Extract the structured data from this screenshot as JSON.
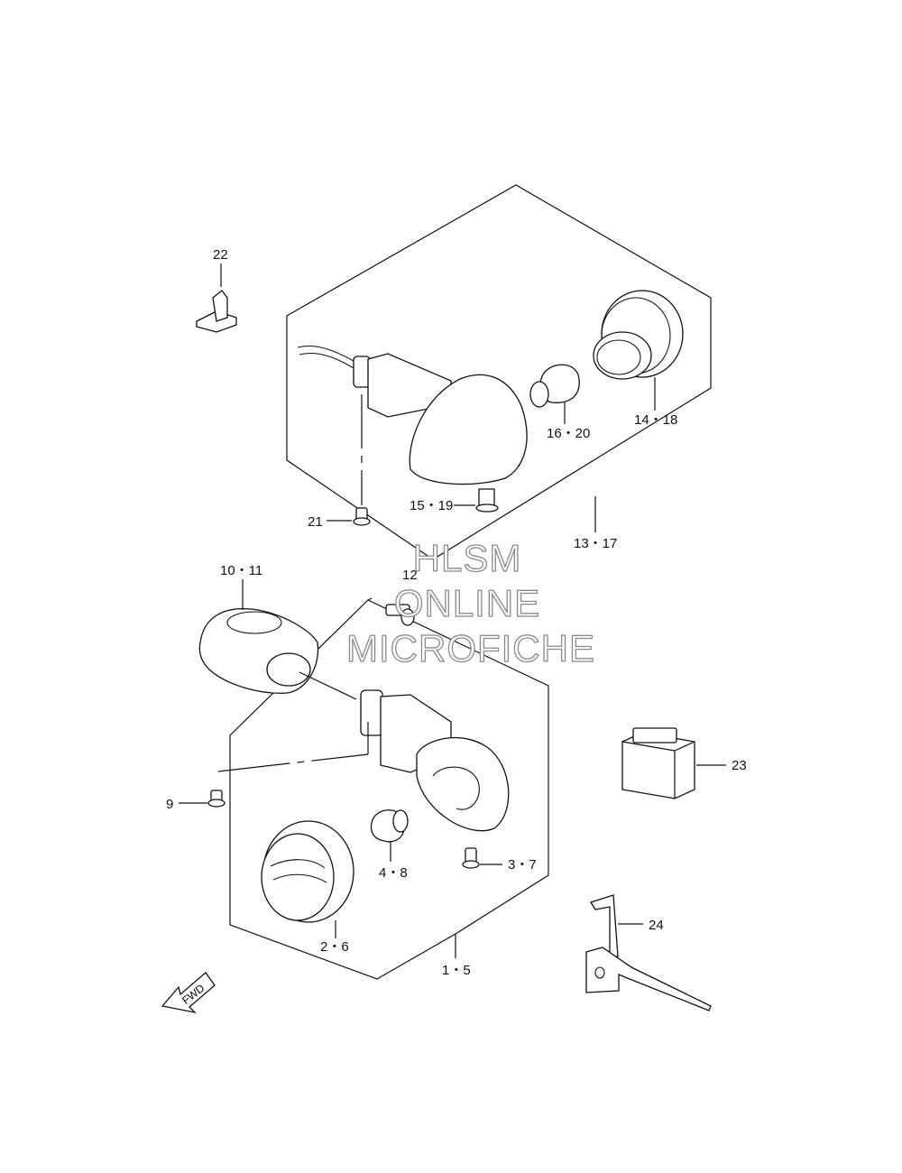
{
  "callouts": {
    "c22": "22",
    "c16_20": "16・20",
    "c14_18": "14・18",
    "c15_19": "15・19",
    "c21": "21",
    "c13_17": "13・17",
    "c10_11": "10・11",
    "c12": "12",
    "c23": "23",
    "c9": "9",
    "c3_7": "3・7",
    "c4_8": "4・8",
    "c2_6": "2・6",
    "c1_5": "1・5",
    "c24": "24"
  },
  "watermark": {
    "line1": "HLSM",
    "line2": "ONLINE",
    "line3": "MICROFICHE"
  },
  "fwd_label": "FWD"
}
